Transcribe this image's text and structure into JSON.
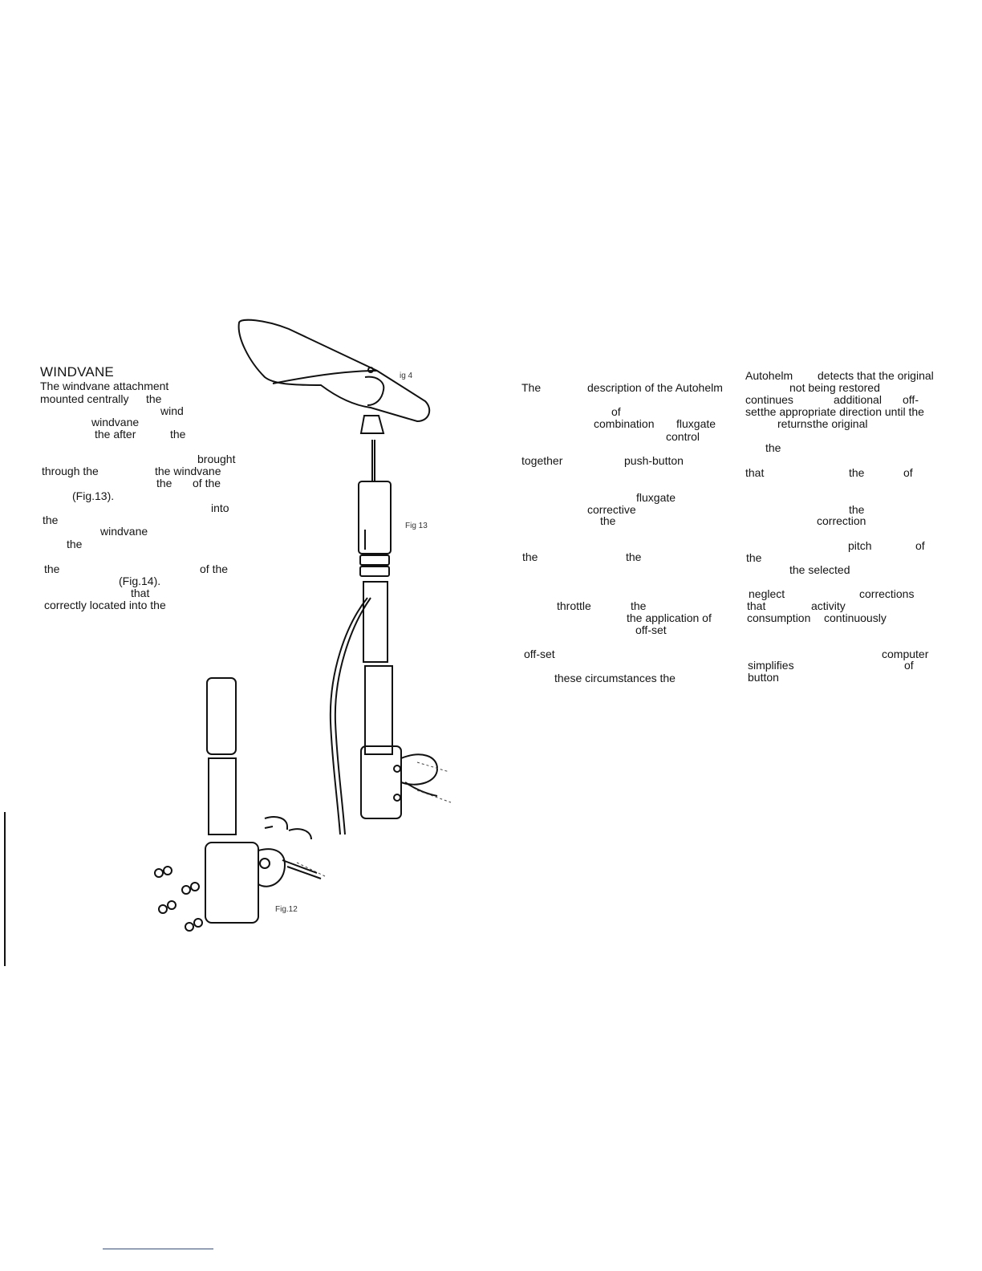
{
  "left_column": {
    "heading": "WINDVANE",
    "words": [
      "The windvane attachment",
      "mounted centrally",
      "the",
      "wind",
      "windvane",
      "the after",
      "the",
      "brought",
      "through the",
      "the windvane",
      "the",
      "of the",
      "(Fig.13).",
      "into",
      "the",
      "windvane",
      "the",
      "the",
      "of the",
      "(Fig.14).",
      "that",
      "correctly located into the"
    ]
  },
  "figures": {
    "fig14": "ig 4",
    "fig13": "Fig 13",
    "fig12": "Fig.12"
  },
  "middle_column": {
    "words": [
      "The",
      "description of the Autohelm",
      "of",
      "combination",
      "fluxgate",
      "control",
      "together",
      "push-button",
      "fluxgate",
      "corrective",
      "the",
      "the",
      "the",
      "throttle",
      "the",
      "the application of",
      "off-set",
      "off-set",
      "these circumstances the"
    ]
  },
  "right_column": {
    "words": [
      "Autohelm",
      "detects that the original",
      "not being restored",
      "continues",
      "additional",
      "off-",
      "set",
      "the appropriate direction until the",
      "returns",
      "the original",
      "the",
      "that",
      "the",
      "of",
      "the",
      "correction",
      "pitch",
      "of",
      "the",
      "the selected",
      "neglect",
      "corrections",
      "that",
      "activity",
      "consumption",
      "continuously",
      "computer",
      "simplifies",
      "of",
      "button"
    ]
  }
}
